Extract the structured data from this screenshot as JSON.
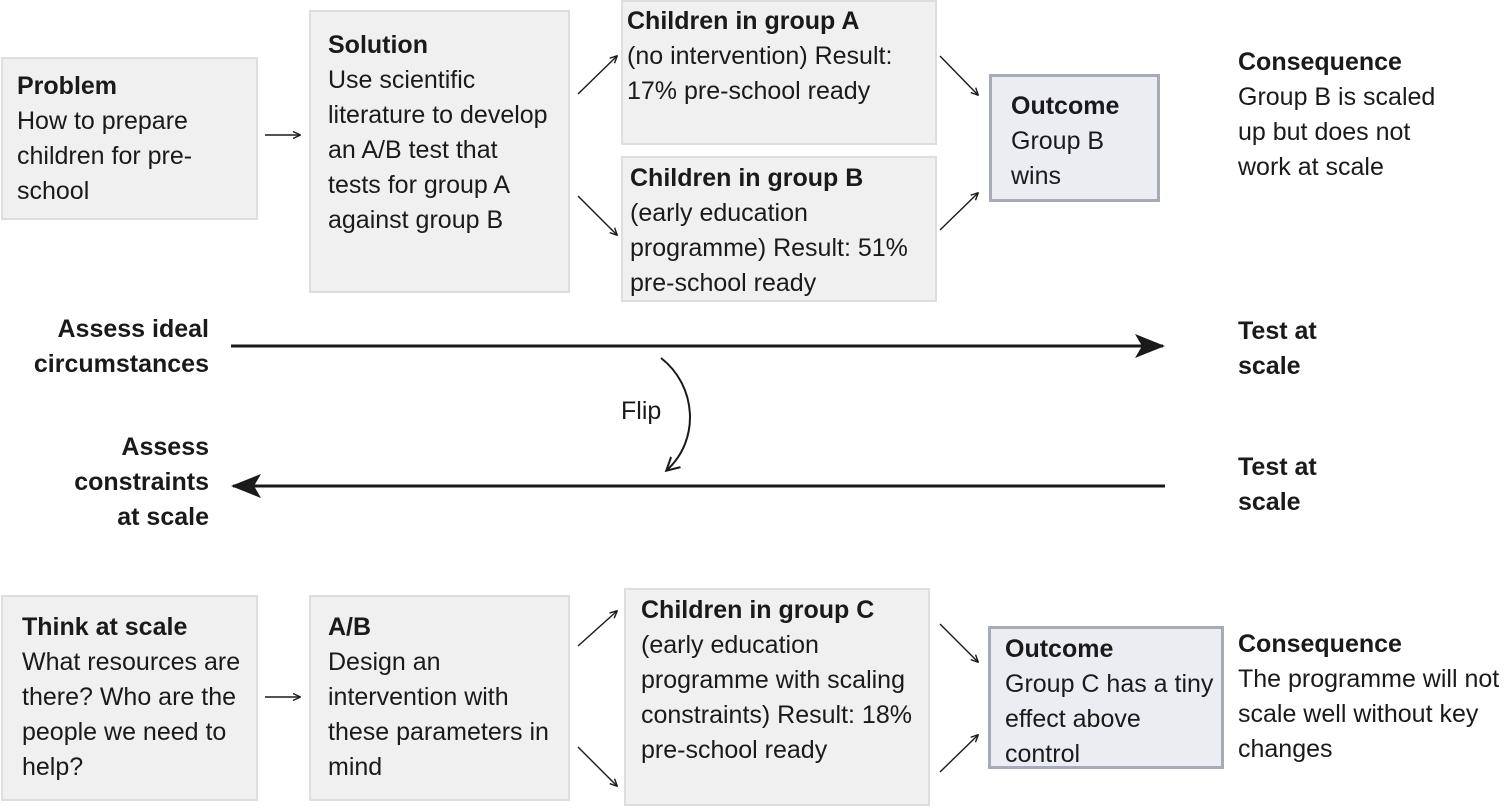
{
  "top": {
    "problem": {
      "title": "Problem",
      "body": "How to prepare children for pre-school"
    },
    "solution": {
      "title": "Solution",
      "body": "Use scientific literature to develop an A/B test that tests for group A against group B"
    },
    "group_a": {
      "title": "Children in group A",
      "body": "(no intervention) Result: 17% pre-school ready"
    },
    "group_b": {
      "title": "Children in group B",
      "body": "(early education programme) Result: 51% pre-school ready"
    },
    "outcome": {
      "title": "Outcome",
      "body": "Group B wins"
    },
    "consequence": {
      "title": "Consequence",
      "body": "Group B is scaled up but does not work at scale"
    }
  },
  "middle": {
    "left_top": "Assess ideal\ncircumstances",
    "right_top": "Test at\nscale",
    "flip": "Flip",
    "left_bottom": "Assess\nconstraints\nat scale",
    "right_bottom": "Test at\nscale"
  },
  "bottom": {
    "think": {
      "title": "Think at scale",
      "body": "What resources are there? Who are the people we need to help?"
    },
    "ab": {
      "title": "A/B",
      "body": "Design an intervention with these parameters in mind"
    },
    "group_c": {
      "title": "Children in group C",
      "body": "(early education programme with scaling constraints) Result: 18% pre-school ready"
    },
    "outcome": {
      "title": "Outcome",
      "body": "Group C has a tiny effect above control"
    },
    "consequence": {
      "title": "Consequence",
      "body": "The programme will not scale well without key changes"
    }
  }
}
